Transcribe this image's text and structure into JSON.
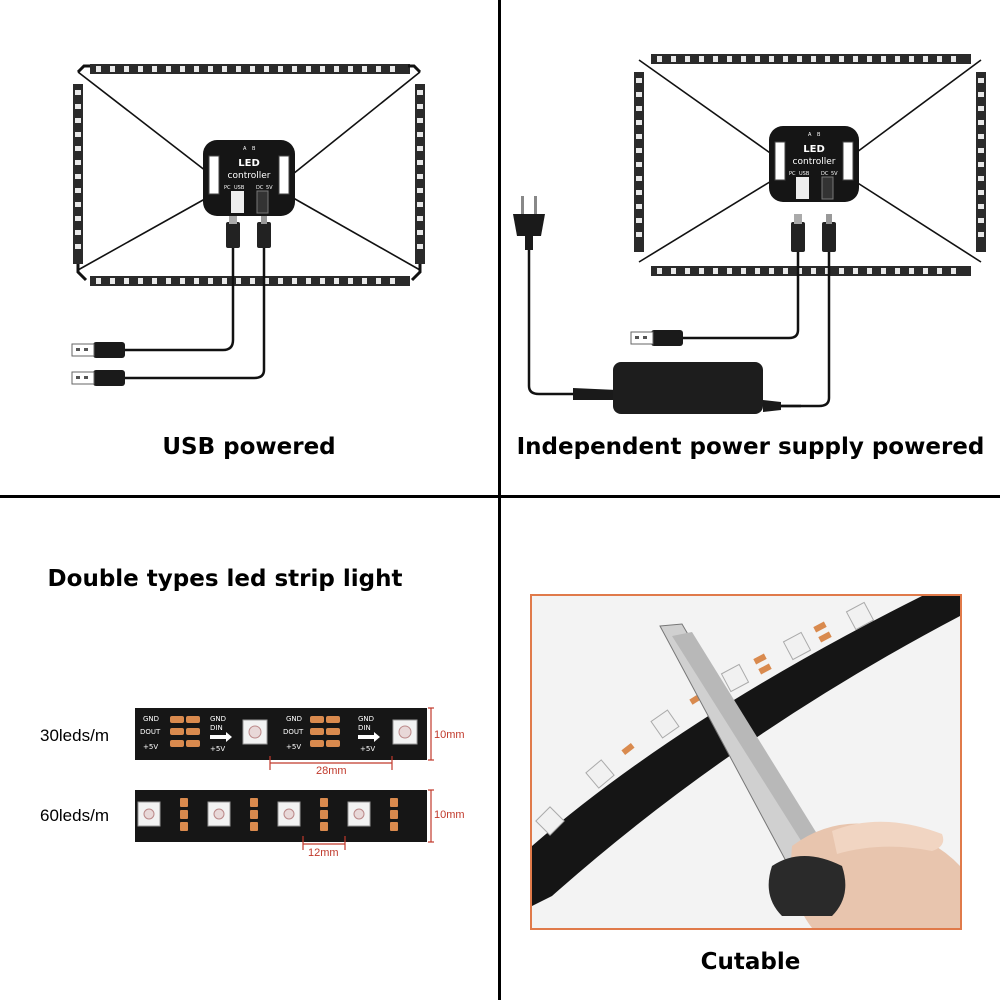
{
  "panels": {
    "usb": {
      "caption": "USB powered"
    },
    "independent": {
      "caption": "Independent power supply powered"
    },
    "types": {
      "title": "Double types led strip light",
      "strip30": {
        "label": "30leds/m",
        "height": "10mm",
        "pitch": "28mm"
      },
      "strip60": {
        "label": "60leds/m",
        "height": "10mm",
        "pitch": "12mm"
      }
    },
    "cutable": {
      "caption": "Cutable"
    }
  },
  "controller": {
    "title_line1": "LED",
    "title_line2": "controller",
    "port_labels": [
      "PC",
      "USB",
      "DC",
      "5V"
    ],
    "top_labels": [
      "A",
      "B"
    ]
  },
  "pcb_marks": {
    "gnd": "GND",
    "din": "DIN",
    "dout": "DOUT",
    "plus5v": "+5V"
  },
  "colors": {
    "strip": "#1a1a1a",
    "pad": "#d98a4e",
    "led": "#f2f2f2",
    "dimension": "#c0392b",
    "frame": "#e07a4a"
  }
}
